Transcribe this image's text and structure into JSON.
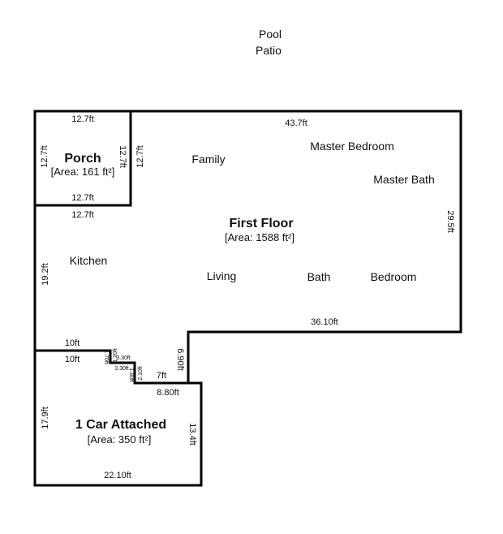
{
  "outside": {
    "pool": "Pool",
    "patio": "Patio"
  },
  "porch": {
    "name": "Porch",
    "area": "[Area: 161 ft²]",
    "top": "12.7ft",
    "bottom": "12.7ft",
    "left": "12.7ft",
    "right_inner": "12.7ft",
    "right_outer": "12.7ft",
    "below": "12.7ft"
  },
  "first_floor": {
    "name": "First Floor",
    "area": "[Area: 1588 ft²]",
    "top": "43.7ft",
    "right": "29.5ft",
    "bottom": "36.10ft",
    "left": "19.2ft",
    "step": "6.90ft"
  },
  "rooms": {
    "family": "Family",
    "master_bedroom": "Master Bedroom",
    "master_bath": "Master Bath",
    "kitchen": "Kitchen",
    "living": "Living",
    "bath": "Bath",
    "bedroom": "Bedroom"
  },
  "garage": {
    "name": "1 Car Attached",
    "area": "[Area: 350 ft²]",
    "top_outer": "10ft",
    "top_inner": "10ft",
    "left": "17.9ft",
    "right": "13.4ft",
    "bottom": "22.10ft",
    "top_right": "8.80ft",
    "step_7": "7ft",
    "s1": "1.70ft",
    "s2": "1.20ft",
    "s3": "3.30ft",
    "s4": "3.30ft",
    "s5": "1.80ft",
    "s6": "2.10ft"
  }
}
